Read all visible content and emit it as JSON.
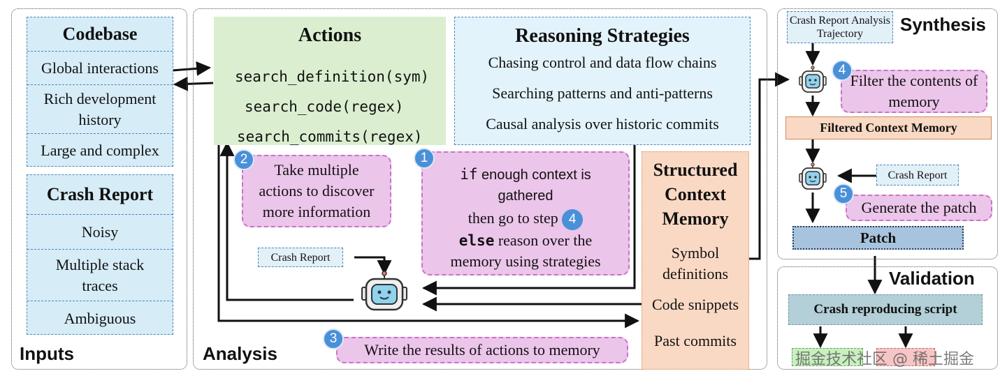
{
  "inputs": {
    "label": "Inputs",
    "codebase": {
      "title": "Codebase",
      "items": [
        "Global interactions",
        "Rich development history",
        "Large and complex"
      ]
    },
    "crash_report": {
      "title": "Crash Report",
      "items": [
        "Noisy",
        "Multiple stack traces",
        "Ambiguous"
      ]
    }
  },
  "analysis": {
    "label": "Analysis",
    "actions": {
      "title": "Actions",
      "items": [
        "search_definition(sym)",
        "search_code(regex)",
        "search_commits(regex)"
      ]
    },
    "strategies": {
      "title": "Reasoning Strategies",
      "items": [
        "Chasing control and data flow chains",
        "Searching patterns and anti-patterns",
        "Causal analysis over historic commits"
      ]
    },
    "step1": {
      "num": "1",
      "if_kw": "if",
      "line1": "enough context is",
      "line2": "gathered",
      "line3": "then go to step",
      "step_ref": "4",
      "else_kw": "else",
      "line4": "reason over the",
      "line5": "memory using strategies"
    },
    "step2": {
      "num": "2",
      "text": "Take multiple actions to discover more information"
    },
    "step3": {
      "num": "3",
      "text": "Write the results of actions to memory"
    },
    "crash_report_tag": "Crash Report"
  },
  "memory": {
    "title": "Structured Context Memory",
    "items": [
      "Symbol definitions",
      "Code snippets",
      "Past commits"
    ]
  },
  "synthesis": {
    "label": "Synthesis",
    "trajectory": "Crash Report Analysis Trajectory",
    "step4": {
      "num": "4",
      "text": "Filter the contents of memory"
    },
    "filtered": "Filtered Context Memory",
    "crash_report_tag": "Crash Report",
    "step5": {
      "num": "5",
      "text": "Generate the patch"
    },
    "patch": "Patch"
  },
  "validation": {
    "label": "Validation",
    "script": "Crash reproducing script",
    "watermark": "掘金技术社区 @ 稀土掘金"
  },
  "colors": {
    "blue_box": "#d6ecf7",
    "green_box": "#dbefd0",
    "pink_box": "#ecc5ea",
    "peach_box": "#fad9c4",
    "badge": "#4a90d9"
  }
}
